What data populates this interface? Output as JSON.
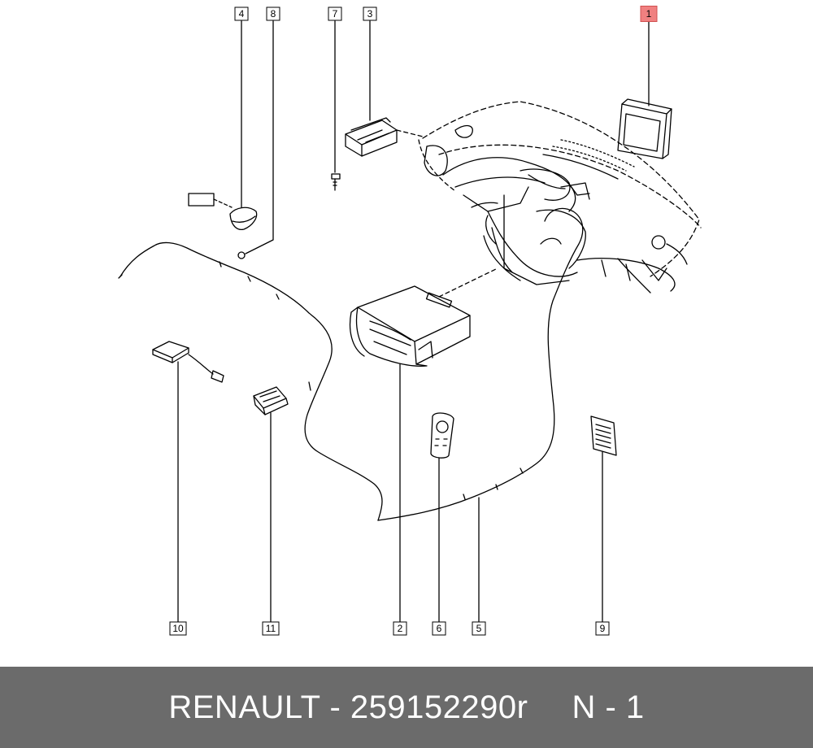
{
  "callouts": [
    {
      "id": "1",
      "label": "1",
      "highlighted": true
    },
    {
      "id": "2",
      "label": "2"
    },
    {
      "id": "3",
      "label": "3"
    },
    {
      "id": "4",
      "label": "4"
    },
    {
      "id": "5",
      "label": "5"
    },
    {
      "id": "6",
      "label": "6"
    },
    {
      "id": "7",
      "label": "7"
    },
    {
      "id": "8",
      "label": "8"
    },
    {
      "id": "9",
      "label": "9"
    },
    {
      "id": "10",
      "label": "10"
    },
    {
      "id": "11",
      "label": "11"
    }
  ],
  "footer": {
    "brand_part": "RENAULT - 259152290r",
    "quantity": "N - 1"
  },
  "colors": {
    "highlight": "#f08080",
    "footer_bg": "#6b6b6b",
    "line": "#000000"
  }
}
